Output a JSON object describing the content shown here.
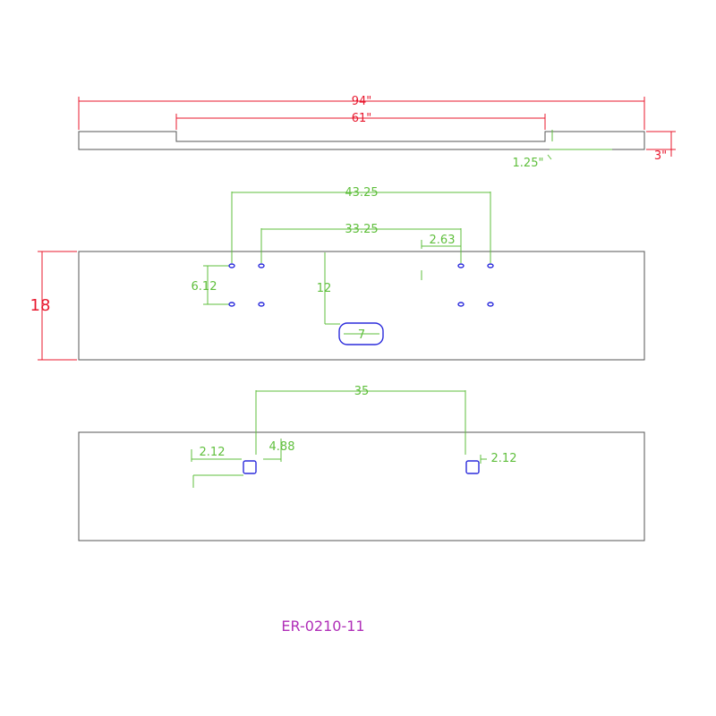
{
  "colors": {
    "outline": "#555555",
    "overall_dim": "#e8182e",
    "hole_dim": "#5fbf3c",
    "hole": "#2b2bdc",
    "part_id": "#b02fb8"
  },
  "top_view": {
    "overall_length": "94\"",
    "center_length": "61\"",
    "step_depth": "1.25\"",
    "thickness": "3\""
  },
  "face_view": {
    "height": "18",
    "outer_spacing": "43.25",
    "inner_spacing": "33.25",
    "hole_offset": "2.63",
    "vertical_spacing": "6.12",
    "slot_drop": "12",
    "slot_width": "7"
  },
  "bottom_view": {
    "hole_spacing": "35",
    "left_square": "2.12",
    "left_offset": "4.88",
    "right_square": "2.12"
  },
  "part_number": "ER-0210-11"
}
